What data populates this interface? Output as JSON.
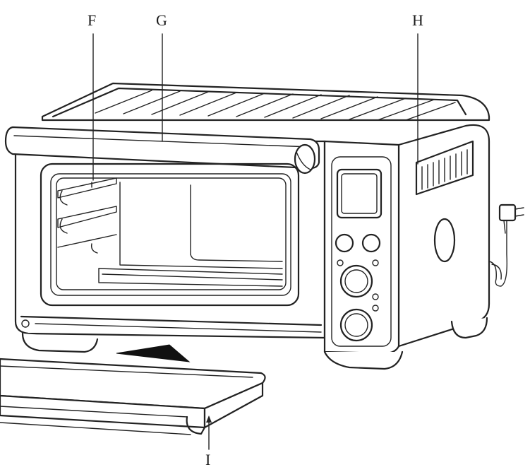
{
  "callouts": {
    "f": "F",
    "g": "G",
    "h": "H",
    "i": "I"
  },
  "colors": {
    "line": "#222222",
    "background": "#ffffff",
    "arrow": "#111111"
  }
}
